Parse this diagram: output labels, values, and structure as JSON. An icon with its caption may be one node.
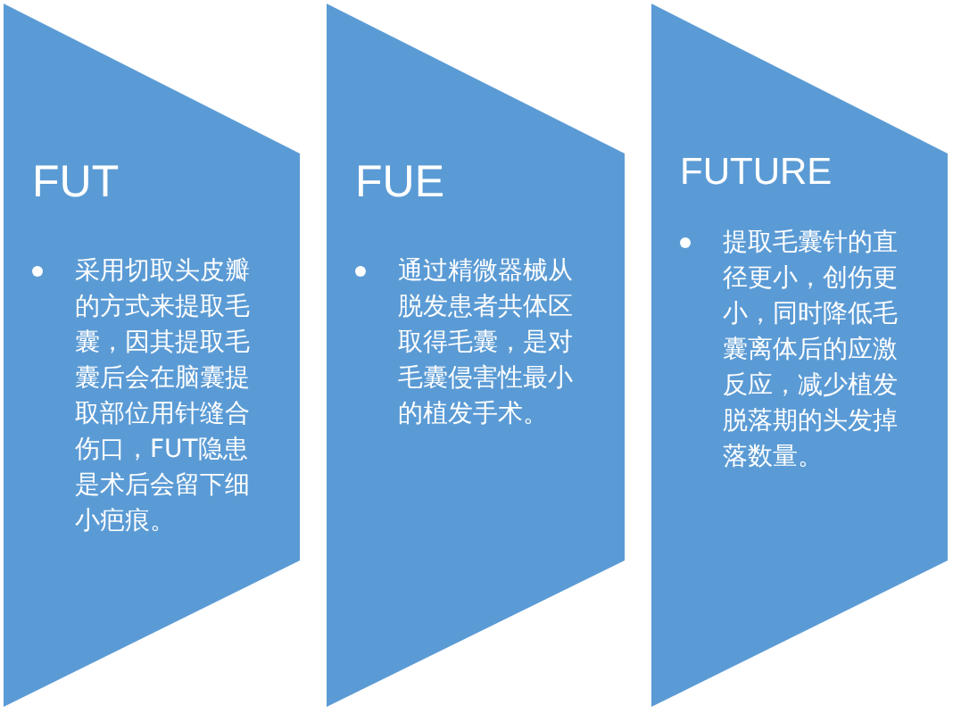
{
  "diagram": {
    "nodes": [
      {
        "text": [
          "FUT",
          "采用切取头皮瓣的方式来提取毛囊，因其提取毛囊后会在脑囊提取部位用针缝合伤口，FUT隐患是术后会留下细小疤痕。"
        ]
      },
      {
        "text": [
          "FUE",
          "通过精微器械从脱发患者共体区取得毛囊，是对毛囊侵害性最小的植发手术。"
        ]
      },
      {
        "text": [
          "FUTURE",
          "提取毛囊针的直径更小，创伤更小，同时降低毛囊离体后的应激反应，减少植发脱落期的头发掉落数量。"
        ]
      }
    ]
  }
}
